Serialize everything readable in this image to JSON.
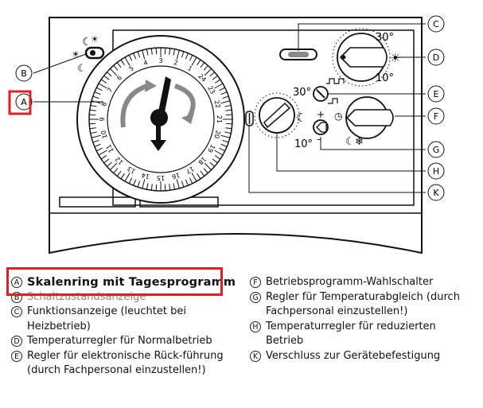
{
  "dial": {
    "top_numbers": [
      "3",
      "2",
      "1",
      "24",
      "23",
      "22",
      "21",
      "20",
      "19"
    ],
    "left_numbers": [
      "7",
      "8",
      "9",
      "10",
      "11",
      "12"
    ],
    "bottom_numbers": [
      "13",
      "14",
      "15",
      "16",
      "17",
      "18"
    ],
    "inner_top": "2"
  },
  "labels": {
    "temp_high": "30°",
    "temp_low": "10°",
    "red_high": "30°",
    "red_low": "10°",
    "plus": "+",
    "minus": "–"
  },
  "callouts": [
    "A",
    "B",
    "C",
    "D",
    "E",
    "F",
    "G",
    "H",
    "K"
  ],
  "legend_left": [
    {
      "letter": "A",
      "text": "Skalenring mit Tagesprogramm"
    },
    {
      "letter": "B",
      "text": "Schaltzustandsanzeige"
    },
    {
      "letter": "C",
      "text": "Funktionsanzeige (leuchtet bei Heizbetrieb)"
    },
    {
      "letter": "D",
      "text": "Temperaturregler für Normalbetrieb"
    },
    {
      "letter": "E",
      "text": "Regler für elektronische Rück-führung (durch Fachpersonal einzustellen!)"
    }
  ],
  "legend_right": [
    {
      "letter": "F",
      "text": "Betriebsprogramm-Wahlschalter"
    },
    {
      "letter": "G",
      "text": "Regler für Temperaturabgleich (durch Fachpersonal einzustellen!)"
    },
    {
      "letter": "H",
      "text": "Temperaturregler für reduzierten Betrieb"
    },
    {
      "letter": "K",
      "text": "Verschluss zur Gerätebefestigung"
    }
  ],
  "colors": {
    "highlight": "#e02020",
    "ink": "#111111",
    "panel_fill": "#ffffff"
  }
}
